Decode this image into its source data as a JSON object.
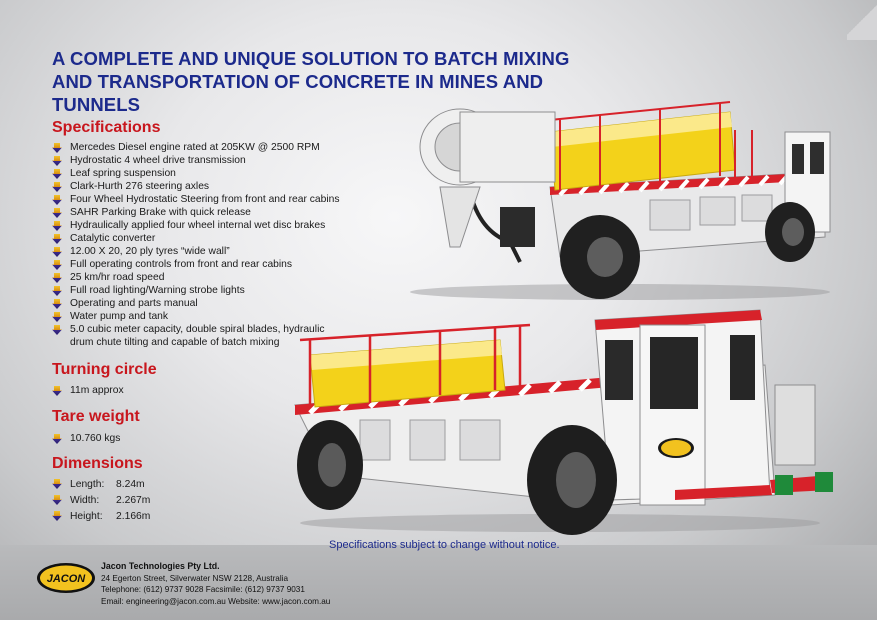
{
  "headline": {
    "line1": "A COMPLETE AND UNIQUE SOLUTION TO BATCH MIXING",
    "line2": "AND TRANSPORTATION OF CONCRETE IN MINES AND TUNNELS"
  },
  "specifications": {
    "title": "Specifications",
    "items": [
      "Mercedes Diesel engine rated at 205KW @ 2500 RPM",
      "Hydrostatic 4 wheel drive transmission",
      "Leaf spring suspension",
      "Clark-Hurth 276 steering axles",
      "Four Wheel Hydrostatic Steering from front and rear cabins",
      "SAHR Parking Brake with quick release",
      "Hydraulically applied four wheel internal wet disc brakes",
      "Catalytic converter",
      "12.00 X 20, 20 ply tyres “wide wall”",
      "Full operating controls from front and rear cabins",
      "25 km/hr road speed",
      "Full road lighting/Warning strobe lights",
      "Operating and parts manual",
      "Water pump and tank",
      "5.0 cubic meter capacity, double spiral blades, hydraulic",
      "drum chute tilting and capable of batch mixing"
    ]
  },
  "turning_circle": {
    "title": "Turning circle",
    "value": "11m approx"
  },
  "tare_weight": {
    "title": "Tare weight",
    "value": "10.760 kgs"
  },
  "dimensions": {
    "title": "Dimensions",
    "items": [
      {
        "label": "Length:",
        "value": "8.24m"
      },
      {
        "label": "Width:",
        "value": "2.267m"
      },
      {
        "label": "Height:",
        "value": "2.166m"
      }
    ]
  },
  "notice": "Specifications subject to change without notice.",
  "logo_text": "JACON",
  "company": {
    "name": "Jacon Technologies Pty Ltd.",
    "address": "24 Egerton Street, Silverwater NSW 2128, Australia",
    "phone": "Telephone: (612) 9737 9028 Facsimile: (612) 9737 9031",
    "contact": "Email: engineering@jacon.com.au   Website: www.jacon.com.au"
  },
  "colors": {
    "headline": "#1c2a8c",
    "section_title": "#c8161d",
    "truck_body": "#f2f2f2",
    "tank": "#f3d21a",
    "stripe_red": "#d7222a"
  }
}
